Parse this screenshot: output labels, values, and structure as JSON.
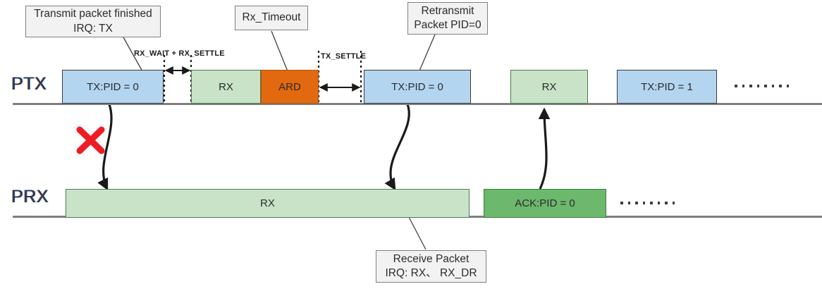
{
  "diagram": {
    "title": "Enhanced ShockBurst retransmission timing diagram",
    "colors": {
      "tx_block": "#b4d5f0",
      "rx_block": "#c8e3c8",
      "ard_block": "#e2690f",
      "ack_block": "#6cb86c",
      "note_box": "#f2f2f2",
      "rail": "#7f7f7f",
      "fail_mark": "#ee1c24",
      "rail_label": "#1f3864"
    }
  },
  "rows": [
    {
      "id": "ptx",
      "label": "PTX"
    },
    {
      "id": "prx",
      "label": "PRX"
    }
  ],
  "ptx_blocks": [
    {
      "id": "tx-pid0-first",
      "label": "TX:PID = 0",
      "kind": "tx"
    },
    {
      "id": "rx-first",
      "label": "RX",
      "kind": "rx"
    },
    {
      "id": "ard",
      "label": "ARD",
      "kind": "ard"
    },
    {
      "id": "tx-pid0-retry",
      "label": "TX:PID = 0",
      "kind": "tx"
    },
    {
      "id": "rx-second",
      "label": "RX",
      "kind": "rx"
    },
    {
      "id": "tx-pid1",
      "label": "TX:PID = 1",
      "kind": "tx"
    }
  ],
  "prx_blocks": [
    {
      "id": "rx-long",
      "label": "RX",
      "kind": "rxlong"
    },
    {
      "id": "ack-pid0",
      "label": "ACK:PID = 0",
      "kind": "ack"
    }
  ],
  "intervals": [
    {
      "id": "rx-wait-rx-settle",
      "label": "RX_WAIT + RX_SETTLE"
    },
    {
      "id": "tx-settle",
      "label": "TX_SETTLE"
    }
  ],
  "notes": [
    {
      "id": "transmit-finished",
      "lines": [
        "Transmit packet finished",
        "IRQ: TX"
      ]
    },
    {
      "id": "rx-timeout",
      "lines": [
        "Rx_Timeout"
      ]
    },
    {
      "id": "retransmit",
      "lines": [
        "Retransmit",
        "Packet PID=0"
      ]
    },
    {
      "id": "receive-packet",
      "lines": [
        "Receive Packet",
        "IRQ: RX、 RX_DR"
      ]
    }
  ],
  "markers": [
    {
      "id": "transmission-failed-x",
      "symbol": "X"
    }
  ],
  "continuations": [
    {
      "id": "ptx-ellipsis",
      "dots": 8
    },
    {
      "id": "prx-ellipsis",
      "dots": 8
    }
  ]
}
